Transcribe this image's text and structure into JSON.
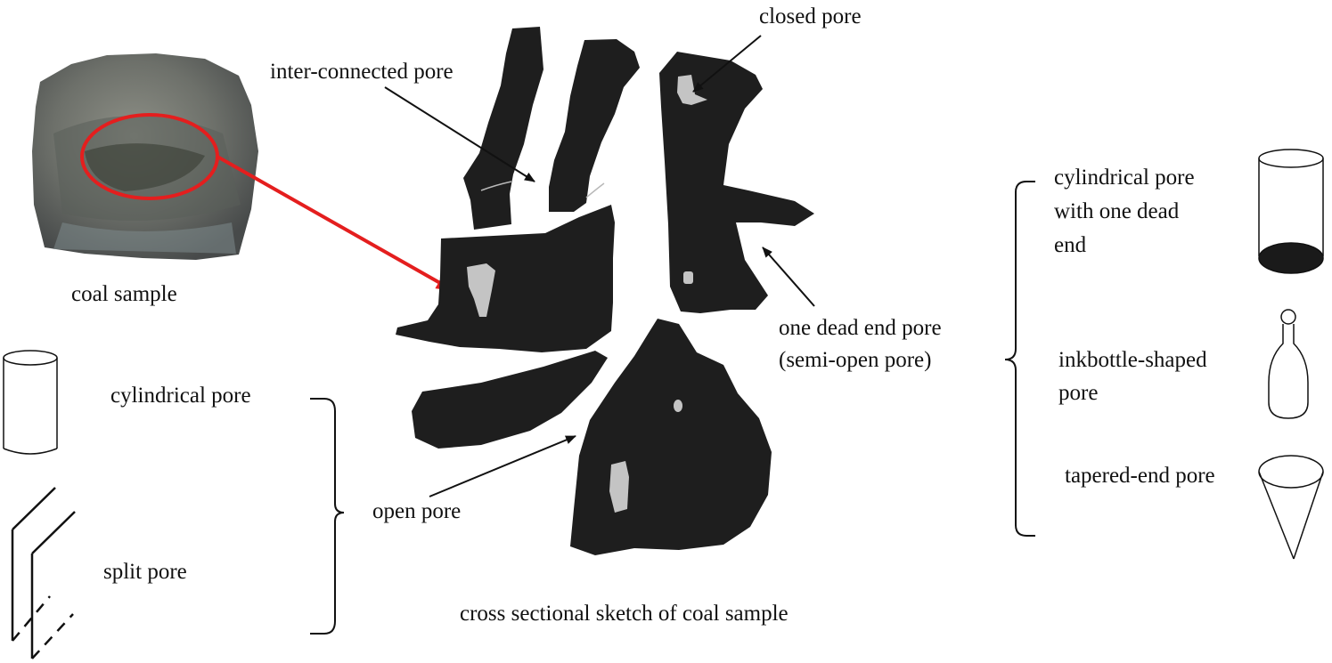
{
  "labels": {
    "coal_sample": "coal sample",
    "closed_pore": "closed pore",
    "inter_connected_pore": "inter-connected pore",
    "one_dead_end_pore": "one dead end pore",
    "semi_open_pore": "(semi-open pore)",
    "open_pore": "open pore",
    "cross_section_caption": "cross sectional sketch of coal sample",
    "cylindrical_pore": "cylindrical pore",
    "split_pore": "split pore",
    "cyl_one_dead_end_line1": "cylindrical pore",
    "cyl_one_dead_end_line2": "with one dead",
    "cyl_one_dead_end_line3": "end",
    "inkbottle_line1": "inkbottle-shaped",
    "inkbottle_line2": "pore",
    "tapered_end_pore": "tapered-end pore"
  },
  "colors": {
    "pore_fill": "#1e1e1e",
    "void_fill": "#c4c4c4",
    "highlight": "#e41e1e",
    "line": "#111111"
  },
  "icons": [
    "coal-sample-photo",
    "cylinder-icon",
    "split-planes-icon",
    "cylinder-dead-end-icon",
    "inkbottle-icon",
    "cone-icon"
  ]
}
